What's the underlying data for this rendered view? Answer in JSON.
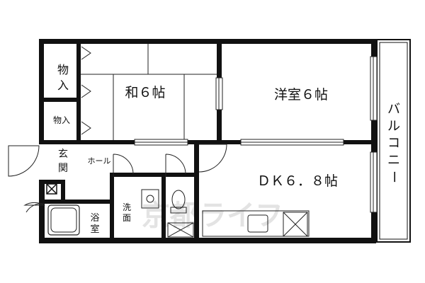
{
  "rooms": {
    "washitsu": "和６帖",
    "yoshitsu": "洋室６帖",
    "dk": "ＤＫ６．８帖",
    "monoire_top_1": "物",
    "monoire_top_2": "入",
    "monoire_small": "物入",
    "genkan_1": "玄",
    "genkan_2": "関",
    "hall": "ホール",
    "senmen_1": "洗",
    "senmen_2": "面",
    "yokushitsu_1": "浴",
    "yokushitsu_2": "室",
    "balcony_1": "バ",
    "balcony_2": "ル",
    "balcony_3": "コ",
    "balcony_4": "ニ",
    "balcony_5": "ー"
  },
  "watermark": "京都ライフ",
  "colors": {
    "wall": "#111111",
    "line": "#222222",
    "background": "#ffffff"
  }
}
